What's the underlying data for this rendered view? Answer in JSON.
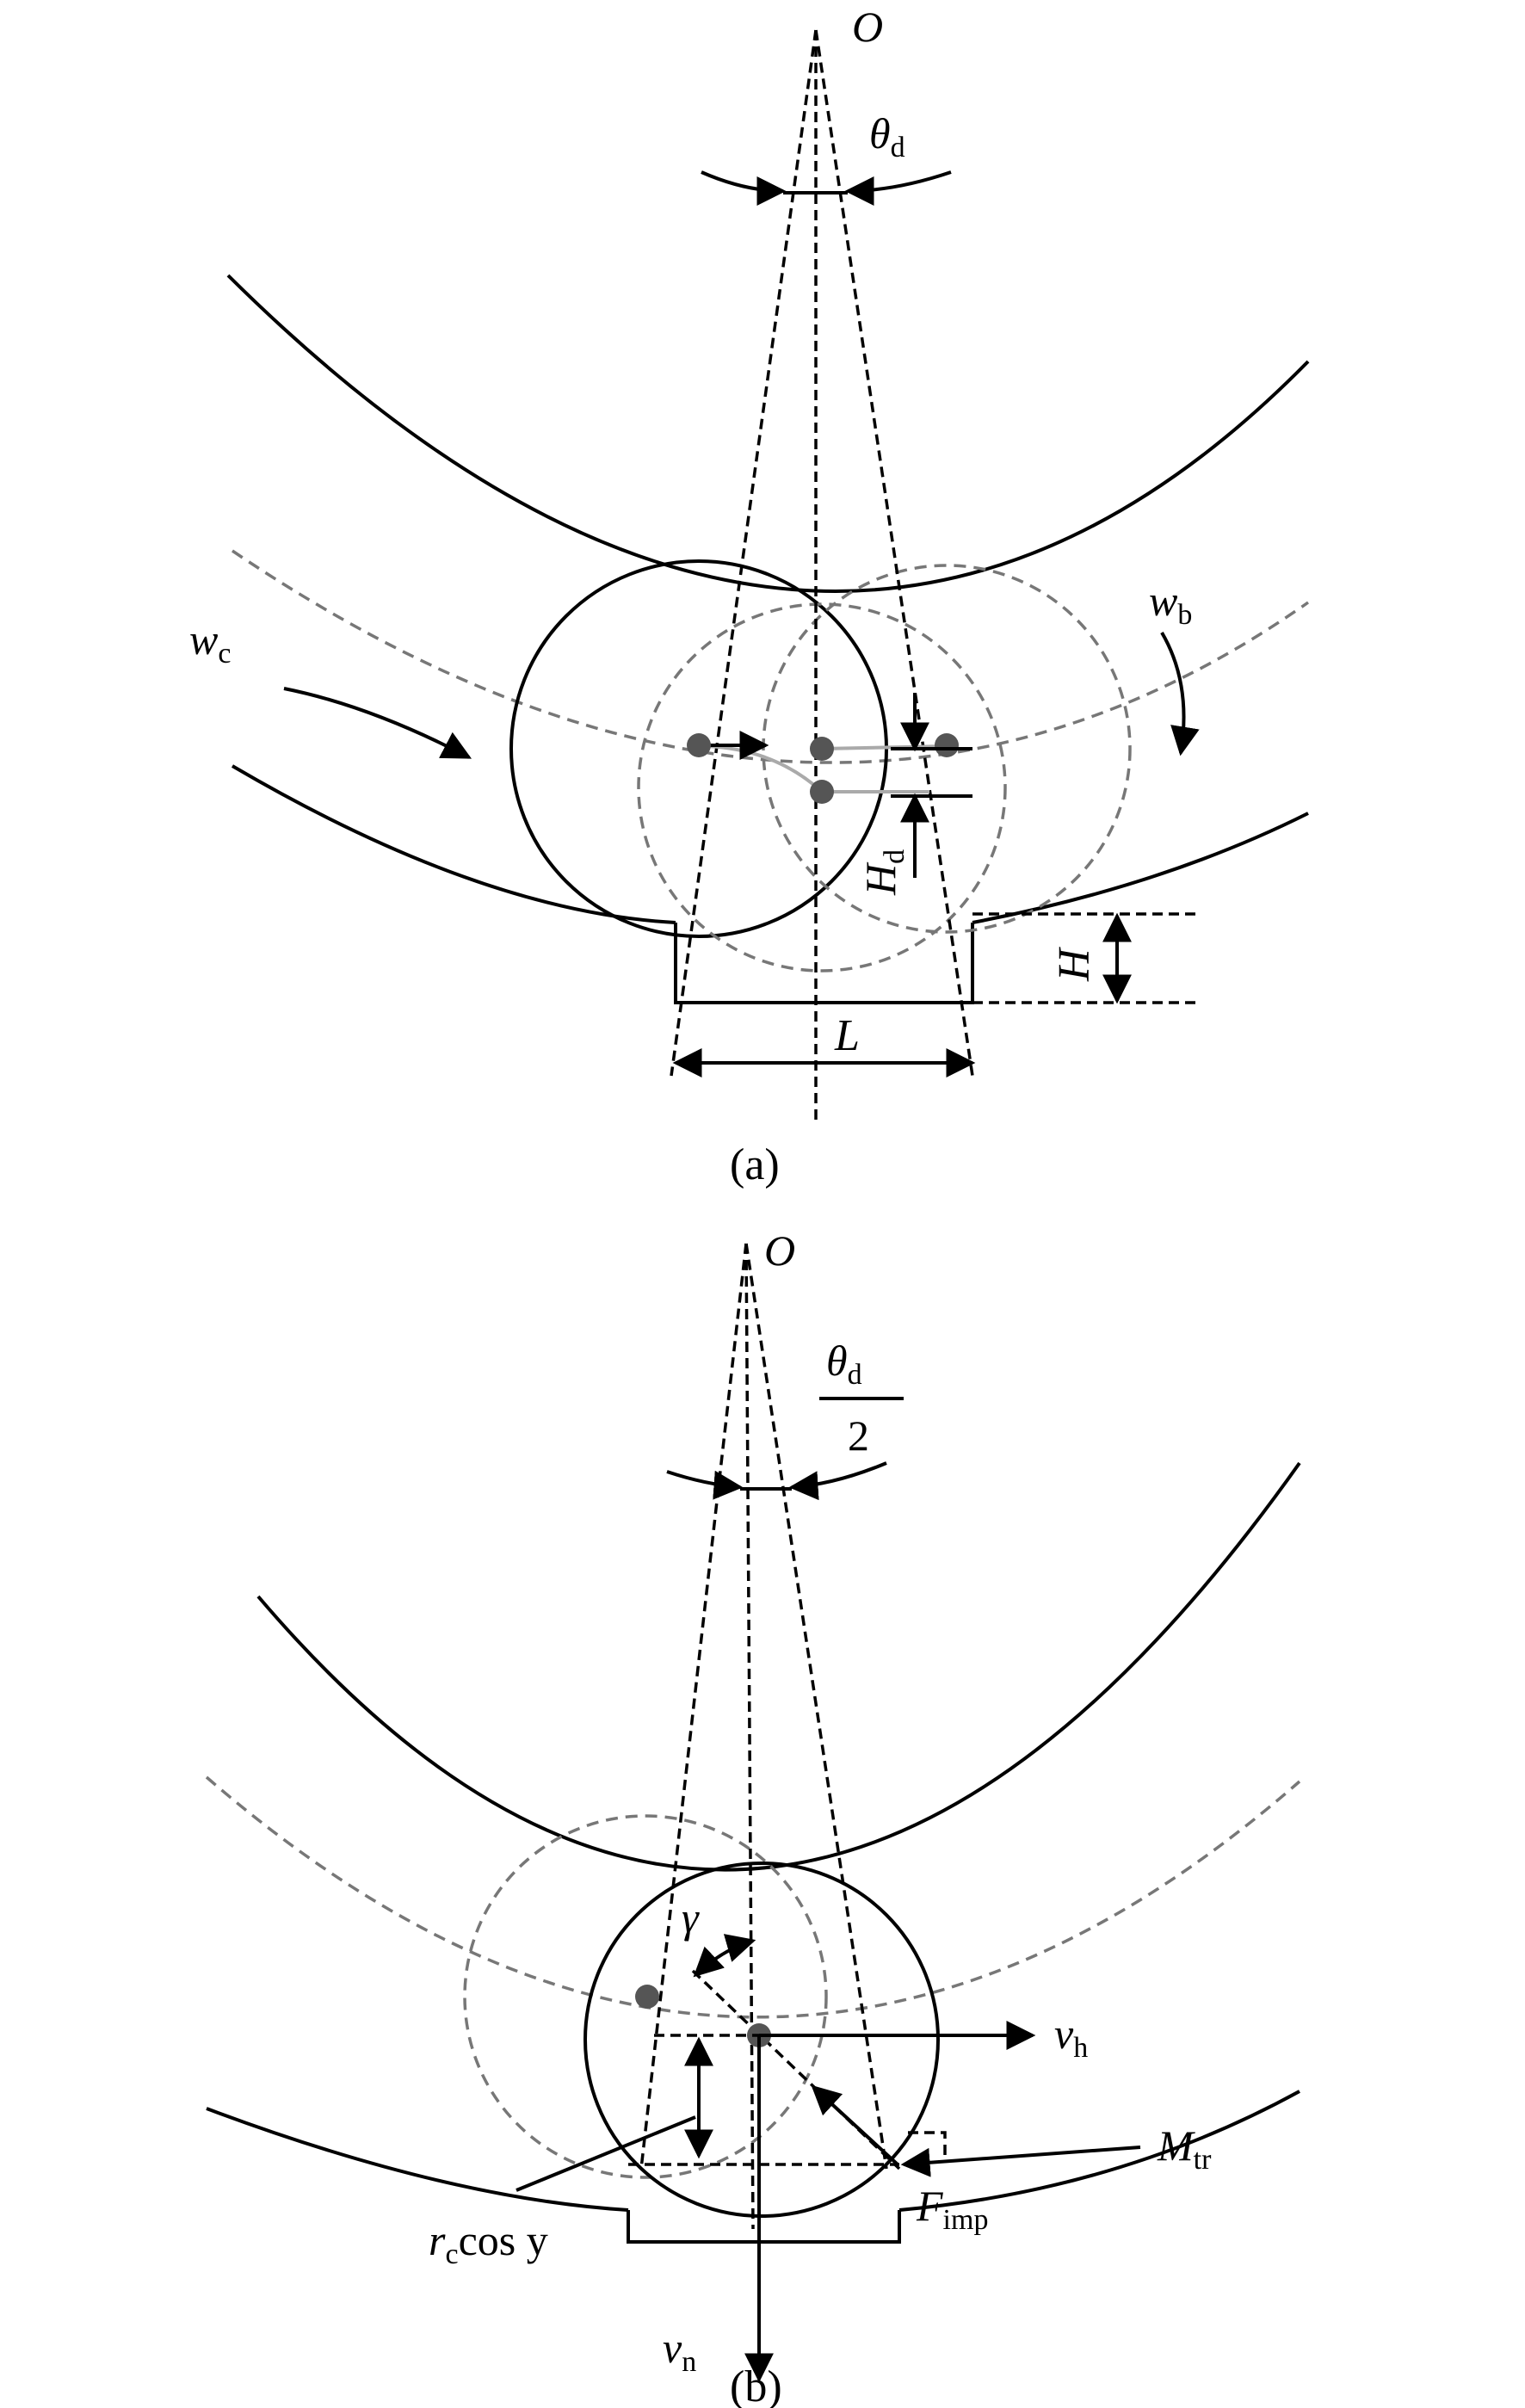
{
  "panel_a": {
    "caption": "(a)",
    "origin_label": "O",
    "theta_sym": "θ",
    "theta_sub": "d",
    "wc_sym": "w",
    "wc_sub": "c",
    "wb_sym": "w",
    "wb_sub": "b",
    "hd_sym": "H",
    "hd_sub": "d",
    "h_label": "H",
    "l_label": "L"
  },
  "panel_b": {
    "caption": "(b)",
    "origin_label": "O",
    "theta_sym": "θ",
    "theta_sub": "d",
    "theta_den": "2",
    "gamma_label": "γ",
    "vh_sym": "v",
    "vh_sub": "h",
    "vn_sym": "v",
    "vn_sub": "n",
    "mtr_sym": "M",
    "mtr_sub": "tr",
    "fimp_sym": "F",
    "fimp_sub": "imp",
    "rc_sym": "r",
    "rc_sub": "c",
    "rc_rest": "cos y"
  }
}
